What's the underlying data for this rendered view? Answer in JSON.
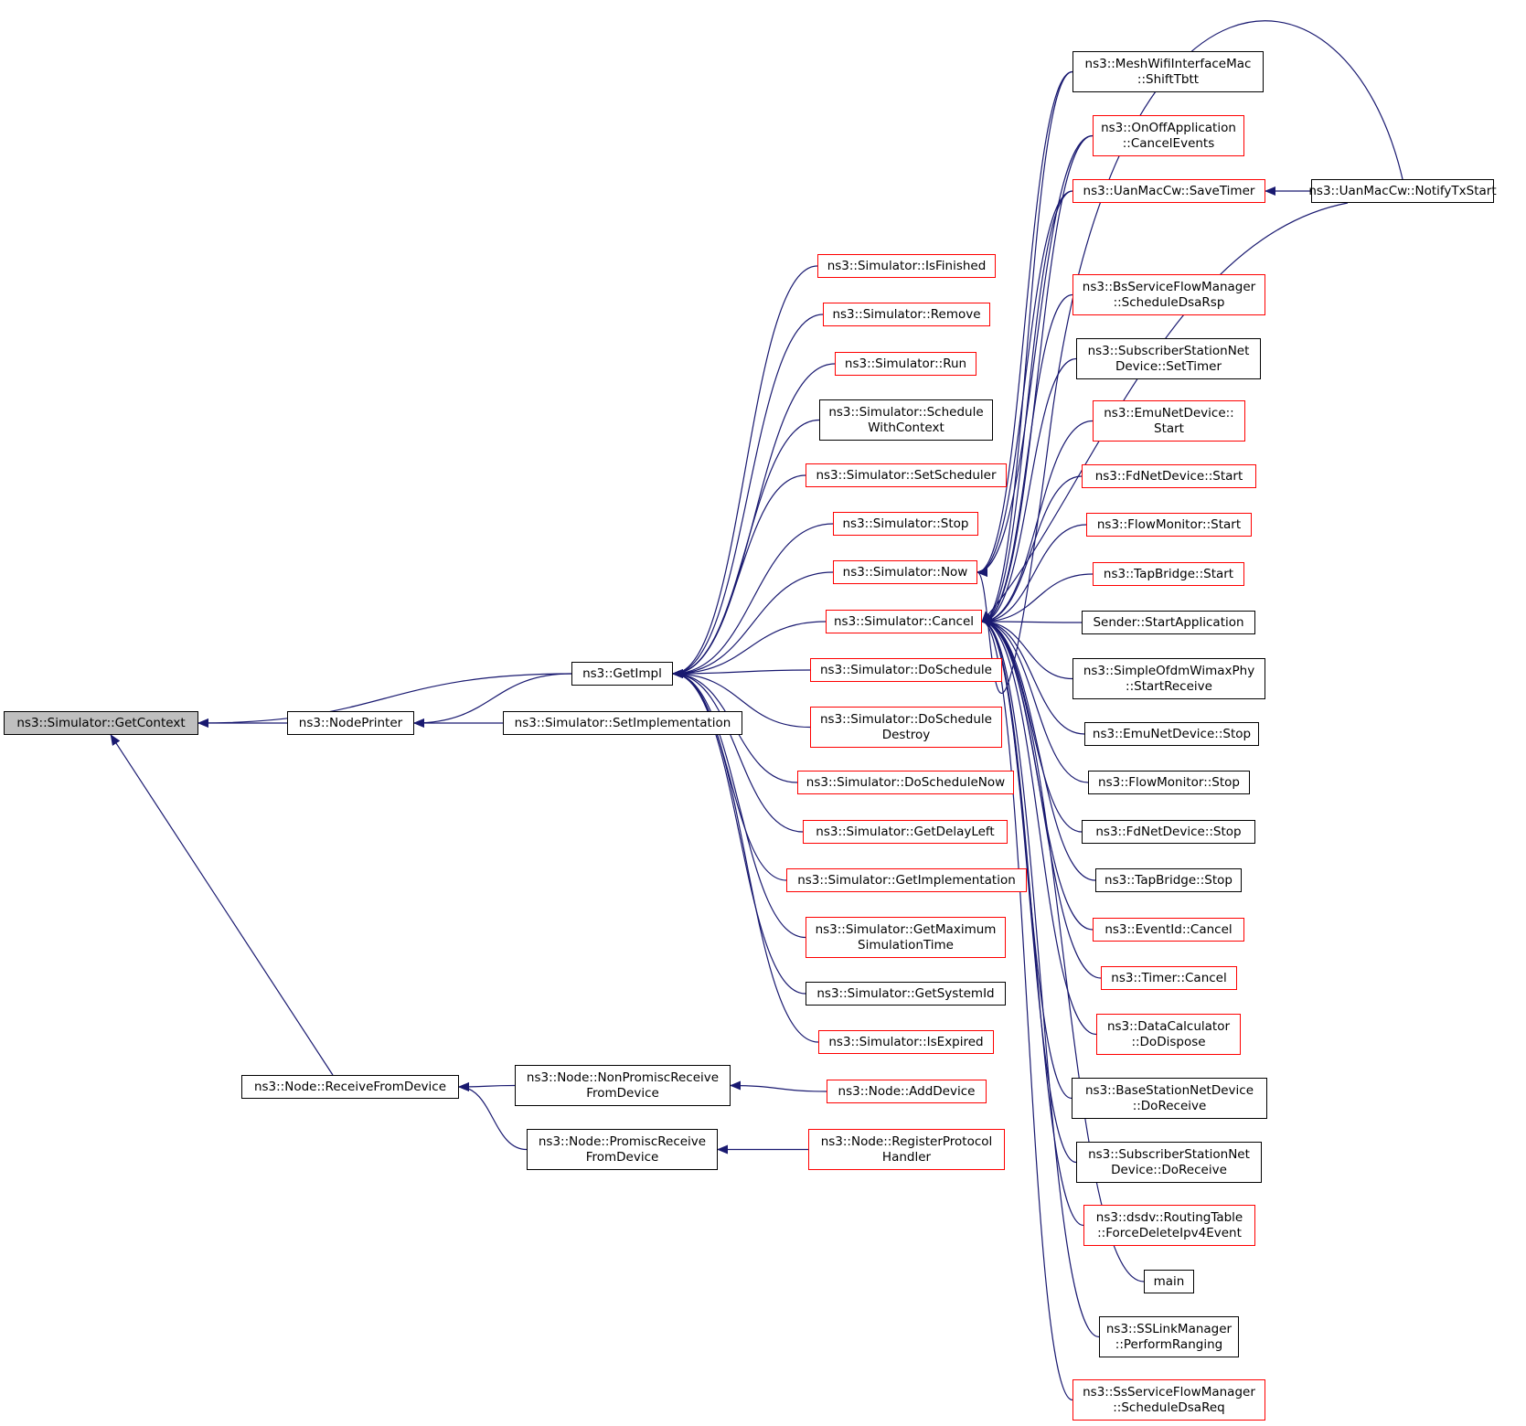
{
  "colors": {
    "edge": "#191970",
    "link_border": "#ff0000",
    "plain_border": "#000000",
    "root_fill": "#bfbfbf"
  },
  "nodes": [
    {
      "id": "getcontext",
      "lines": [
        "ns3::Simulator::GetContext"
      ],
      "style": "root"
    },
    {
      "id": "nodeprinter",
      "lines": [
        "ns3::NodePrinter"
      ],
      "style": "plain"
    },
    {
      "id": "getimpl",
      "lines": [
        "ns3::GetImpl"
      ],
      "style": "plain"
    },
    {
      "id": "setimplementation",
      "lines": [
        "ns3::Simulator::SetImplementation"
      ],
      "style": "plain"
    },
    {
      "id": "receivefromdevice",
      "lines": [
        "ns3::Node::ReceiveFromDevice"
      ],
      "style": "plain"
    },
    {
      "id": "nonpromisc",
      "lines": [
        "ns3::Node::NonPromiscReceive",
        "FromDevice"
      ],
      "style": "plain"
    },
    {
      "id": "promisc",
      "lines": [
        "ns3::Node::PromiscReceive",
        "FromDevice"
      ],
      "style": "plain"
    },
    {
      "id": "adddevice",
      "lines": [
        "ns3::Node::AddDevice"
      ],
      "style": "red"
    },
    {
      "id": "registerprotocol",
      "lines": [
        "ns3::Node::RegisterProtocol",
        "Handler"
      ],
      "style": "red"
    },
    {
      "id": "isfinished",
      "lines": [
        "ns3::Simulator::IsFinished"
      ],
      "style": "red"
    },
    {
      "id": "remove",
      "lines": [
        "ns3::Simulator::Remove"
      ],
      "style": "red"
    },
    {
      "id": "run",
      "lines": [
        "ns3::Simulator::Run"
      ],
      "style": "red"
    },
    {
      "id": "schedulewithcontext",
      "lines": [
        "ns3::Simulator::Schedule",
        "WithContext"
      ],
      "style": "plain"
    },
    {
      "id": "setscheduler",
      "lines": [
        "ns3::Simulator::SetScheduler"
      ],
      "style": "red"
    },
    {
      "id": "stop",
      "lines": [
        "ns3::Simulator::Stop"
      ],
      "style": "red"
    },
    {
      "id": "now",
      "lines": [
        "ns3::Simulator::Now"
      ],
      "style": "red"
    },
    {
      "id": "cancel",
      "lines": [
        "ns3::Simulator::Cancel"
      ],
      "style": "red"
    },
    {
      "id": "doschedule",
      "lines": [
        "ns3::Simulator::DoSchedule"
      ],
      "style": "red"
    },
    {
      "id": "doscheduledestroy",
      "lines": [
        "ns3::Simulator::DoSchedule",
        "Destroy"
      ],
      "style": "red"
    },
    {
      "id": "doschedulenow",
      "lines": [
        "ns3::Simulator::DoScheduleNow"
      ],
      "style": "red"
    },
    {
      "id": "getdelayleft",
      "lines": [
        "ns3::Simulator::GetDelayLeft"
      ],
      "style": "red"
    },
    {
      "id": "getimplementation",
      "lines": [
        "ns3::Simulator::GetImplementation"
      ],
      "style": "red"
    },
    {
      "id": "getmaxtime",
      "lines": [
        "ns3::Simulator::GetMaximum",
        "SimulationTime"
      ],
      "style": "red"
    },
    {
      "id": "getsystemid",
      "lines": [
        "ns3::Simulator::GetSystemId"
      ],
      "style": "plain"
    },
    {
      "id": "isexpired",
      "lines": [
        "ns3::Simulator::IsExpired"
      ],
      "style": "red"
    },
    {
      "id": "meshshifttbtt",
      "lines": [
        "ns3::MeshWifiInterfaceMac",
        "::ShiftTbtt"
      ],
      "style": "plain"
    },
    {
      "id": "onoffcancel",
      "lines": [
        "ns3::OnOffApplication",
        "::CancelEvents"
      ],
      "style": "red"
    },
    {
      "id": "uansavetimer",
      "lines": [
        "ns3::UanMacCw::SaveTimer"
      ],
      "style": "red"
    },
    {
      "id": "uannotifytx",
      "lines": [
        "ns3::UanMacCw::NotifyTxStart"
      ],
      "style": "plain"
    },
    {
      "id": "bsscheduledsarsp",
      "lines": [
        "ns3::BsServiceFlowManager",
        "::ScheduleDsaRsp"
      ],
      "style": "red"
    },
    {
      "id": "sssettimer",
      "lines": [
        "ns3::SubscriberStationNet",
        "Device::SetTimer"
      ],
      "style": "plain"
    },
    {
      "id": "emustart",
      "lines": [
        "ns3::EmuNetDevice::",
        "Start"
      ],
      "style": "red"
    },
    {
      "id": "fdstart",
      "lines": [
        "ns3::FdNetDevice::Start"
      ],
      "style": "red"
    },
    {
      "id": "flowstart",
      "lines": [
        "ns3::FlowMonitor::Start"
      ],
      "style": "red"
    },
    {
      "id": "tapstart",
      "lines": [
        "ns3::TapBridge::Start"
      ],
      "style": "red"
    },
    {
      "id": "senderstart",
      "lines": [
        "Sender::StartApplication"
      ],
      "style": "plain"
    },
    {
      "id": "ofdmstartreceive",
      "lines": [
        "ns3::SimpleOfdmWimaxPhy",
        "::StartReceive"
      ],
      "style": "plain"
    },
    {
      "id": "emustop",
      "lines": [
        "ns3::EmuNetDevice::Stop"
      ],
      "style": "plain"
    },
    {
      "id": "flowstop",
      "lines": [
        "ns3::FlowMonitor::Stop"
      ],
      "style": "plain"
    },
    {
      "id": "fdstop",
      "lines": [
        "ns3::FdNetDevice::Stop"
      ],
      "style": "plain"
    },
    {
      "id": "tapstop",
      "lines": [
        "ns3::TapBridge::Stop"
      ],
      "style": "plain"
    },
    {
      "id": "eventidcancel",
      "lines": [
        "ns3::EventId::Cancel"
      ],
      "style": "red"
    },
    {
      "id": "timercancel",
      "lines": [
        "ns3::Timer::Cancel"
      ],
      "style": "red"
    },
    {
      "id": "datacalcdispose",
      "lines": [
        "ns3::DataCalculator",
        "::DoDispose"
      ],
      "style": "red"
    },
    {
      "id": "bsdoreceive",
      "lines": [
        "ns3::BaseStationNetDevice",
        "::DoReceive"
      ],
      "style": "plain"
    },
    {
      "id": "ssdoreceive",
      "lines": [
        "ns3::SubscriberStationNet",
        "Device::DoReceive"
      ],
      "style": "plain"
    },
    {
      "id": "dsdvforcedelete",
      "lines": [
        "ns3::dsdv::RoutingTable",
        "::ForceDeleteIpv4Event"
      ],
      "style": "red"
    },
    {
      "id": "main",
      "lines": [
        "main"
      ],
      "style": "plain"
    },
    {
      "id": "sslinkranging",
      "lines": [
        "ns3::SSLinkManager",
        "::PerformRanging"
      ],
      "style": "plain"
    },
    {
      "id": "ssscheduledsareq",
      "lines": [
        "ns3::SsServiceFlowManager",
        "::ScheduleDsaReq"
      ],
      "style": "red"
    }
  ],
  "edges": [
    [
      "nodeprinter",
      "getcontext"
    ],
    [
      "getimpl",
      "getcontext"
    ],
    [
      "receivefromdevice",
      "getcontext"
    ],
    [
      "getimpl",
      "nodeprinter"
    ],
    [
      "setimplementation",
      "nodeprinter"
    ],
    [
      "nonpromisc",
      "receivefromdevice"
    ],
    [
      "promisc",
      "receivefromdevice"
    ],
    [
      "adddevice",
      "nonpromisc"
    ],
    [
      "registerprotocol",
      "promisc"
    ],
    [
      "isfinished",
      "getimpl"
    ],
    [
      "remove",
      "getimpl"
    ],
    [
      "run",
      "getimpl"
    ],
    [
      "schedulewithcontext",
      "getimpl"
    ],
    [
      "setscheduler",
      "getimpl"
    ],
    [
      "stop",
      "getimpl"
    ],
    [
      "now",
      "getimpl"
    ],
    [
      "cancel",
      "getimpl"
    ],
    [
      "doschedule",
      "getimpl"
    ],
    [
      "doscheduledestroy",
      "getimpl"
    ],
    [
      "doschedulenow",
      "getimpl"
    ],
    [
      "getdelayleft",
      "getimpl"
    ],
    [
      "getimplementation",
      "getimpl"
    ],
    [
      "getmaxtime",
      "getimpl"
    ],
    [
      "getsystemid",
      "getimpl"
    ],
    [
      "isexpired",
      "getimpl"
    ],
    [
      "meshshifttbtt",
      "now"
    ],
    [
      "onoffcancel",
      "now"
    ],
    [
      "uansavetimer",
      "now"
    ],
    [
      "uannotifytx",
      "now"
    ],
    [
      "uannotifytx",
      "uansavetimer"
    ],
    [
      "meshshifttbtt",
      "cancel"
    ],
    [
      "onoffcancel",
      "cancel"
    ],
    [
      "uansavetimer",
      "cancel"
    ],
    [
      "uannotifytx",
      "cancel"
    ],
    [
      "bsscheduledsarsp",
      "cancel"
    ],
    [
      "sssettimer",
      "cancel"
    ],
    [
      "emustart",
      "cancel"
    ],
    [
      "fdstart",
      "cancel"
    ],
    [
      "flowstart",
      "cancel"
    ],
    [
      "tapstart",
      "cancel"
    ],
    [
      "senderstart",
      "cancel"
    ],
    [
      "ofdmstartreceive",
      "cancel"
    ],
    [
      "emustop",
      "cancel"
    ],
    [
      "flowstop",
      "cancel"
    ],
    [
      "fdstop",
      "cancel"
    ],
    [
      "tapstop",
      "cancel"
    ],
    [
      "eventidcancel",
      "cancel"
    ],
    [
      "timercancel",
      "cancel"
    ],
    [
      "datacalcdispose",
      "cancel"
    ],
    [
      "bsdoreceive",
      "cancel"
    ],
    [
      "ssdoreceive",
      "cancel"
    ],
    [
      "dsdvforcedelete",
      "cancel"
    ],
    [
      "main",
      "cancel"
    ],
    [
      "sslinkranging",
      "cancel"
    ],
    [
      "ssscheduledsareq",
      "cancel"
    ]
  ]
}
